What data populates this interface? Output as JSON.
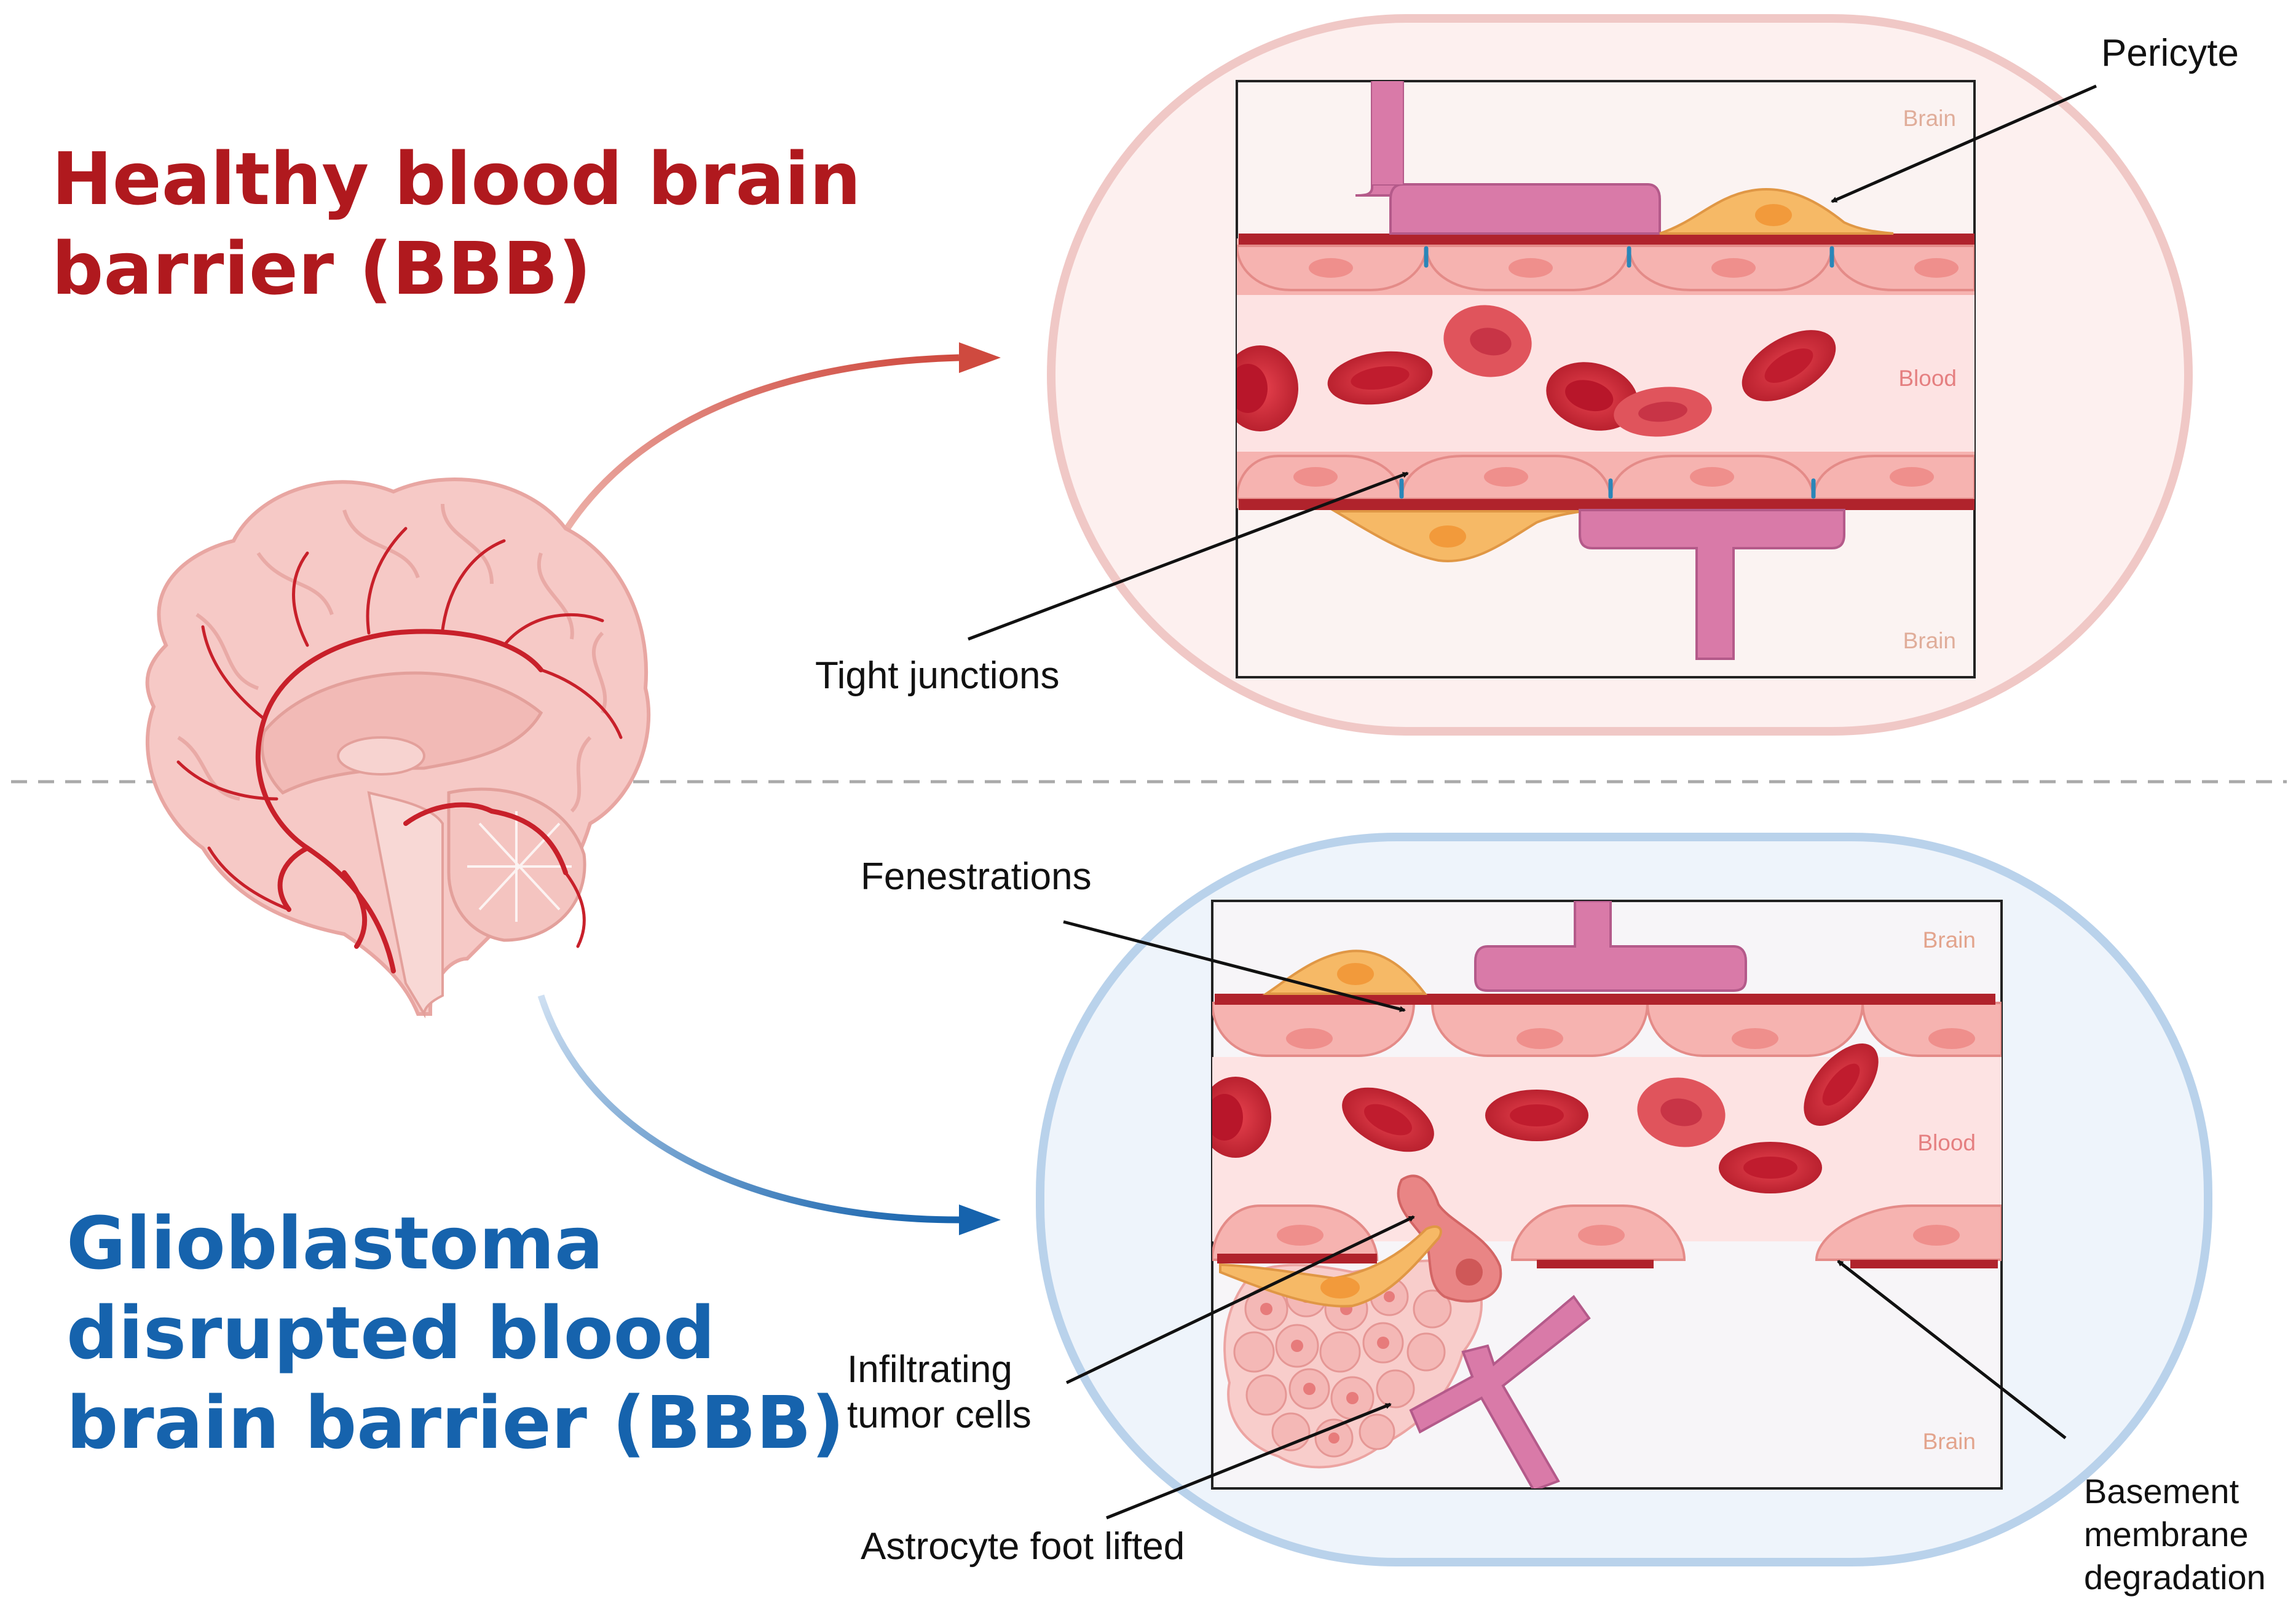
{
  "titles": {
    "healthy_line1": "Healthy blood brain",
    "healthy_line2": "barrier (BBB)",
    "gbm_line1": "Glioblastoma",
    "gbm_line2": "disrupted blood",
    "gbm_line3": "brain barrier (BBB)"
  },
  "healthy_panel": {
    "region_brain_top": "Brain",
    "region_blood": "Blood",
    "region_brain_bottom": "Brain",
    "label_pericyte": "Pericyte",
    "label_tight_junctions": "Tight junctions"
  },
  "gbm_panel": {
    "region_brain_top": "Brain",
    "region_blood": "Blood",
    "region_brain_bottom": "Brain",
    "label_fenestrations": "Fenestrations",
    "label_infiltrating_1": "Infiltrating",
    "label_infiltrating_2": "tumor cells",
    "label_astrocyte": "Astrocyte foot lifted",
    "label_basement_1": "Basement",
    "label_basement_2": "membrane",
    "label_basement_3": "degradation"
  },
  "colors": {
    "healthy_accent": "#b0191e",
    "gbm_accent": "#1663ad",
    "healthy_panel_fill": "#fdf0ef",
    "gbm_panel_fill": "#eef4fb"
  }
}
